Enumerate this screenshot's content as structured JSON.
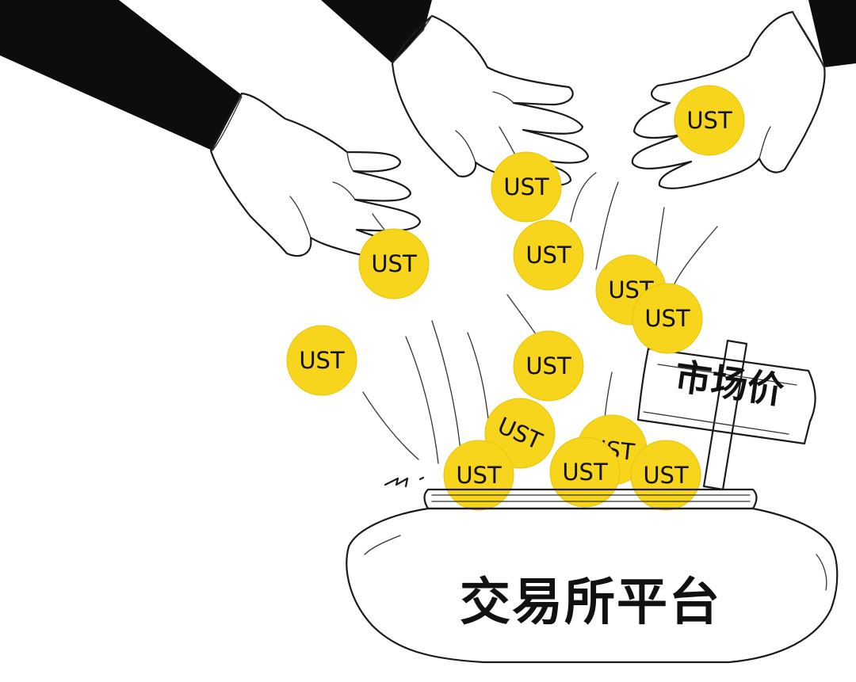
{
  "colors": {
    "coin": "#f7d51c",
    "sleeve": "#0d0d0d",
    "hand": "#ffffff",
    "sign": "#d4d4d4",
    "bowl": "#e6e6e6"
  },
  "coin_label": "UST",
  "sign": {
    "label": "市场价"
  },
  "bowl": {
    "label": "交易所平台"
  },
  "icons": [
    "hand-icon",
    "coin-icon",
    "signpost-icon",
    "bowl-icon"
  ]
}
